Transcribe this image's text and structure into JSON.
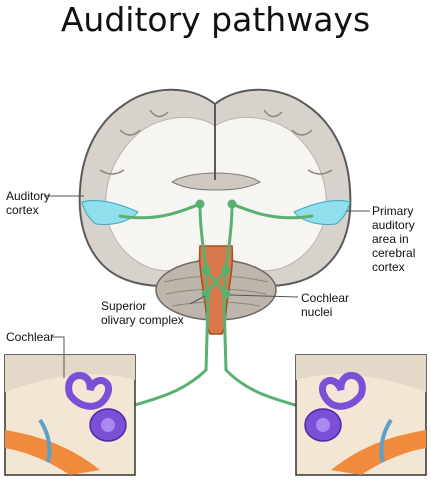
{
  "title": "Auditory pathways",
  "labels": {
    "auditory_cortex": "Auditory\ncortex",
    "primary_auditory_area": "Primary\nauditory\narea in\ncerebral\ncortex",
    "superior_olivary_complex": "Superior\nolivary complex",
    "cochlear_nuclei": "Cochlear\nnuclei",
    "cochlear": "Cochlear"
  },
  "colors": {
    "pathway": "#5ab070",
    "cortex_highlight": "#8fe0ec",
    "brainstem": "#d9784a",
    "cochlea": "#7b4fd6",
    "brain_outline": "#5a5a5a",
    "gray_matter": "#d7d2cc",
    "white_matter": "#f6f5f1"
  }
}
